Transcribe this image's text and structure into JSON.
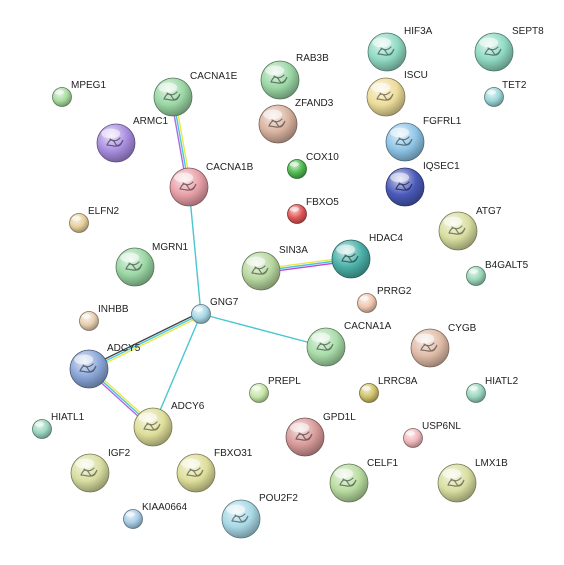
{
  "network": {
    "nodes": [
      {
        "id": "HIF3A",
        "label": "HIF3A",
        "color": "#8fd9c2",
        "size": "large",
        "structure": true
      },
      {
        "id": "SEPT8",
        "label": "SEPT8",
        "color": "#8fd9c2",
        "size": "large",
        "structure": true
      },
      {
        "id": "RAB3B",
        "label": "RAB3B",
        "color": "#9ad6a4",
        "size": "large",
        "structure": true
      },
      {
        "id": "CACNA1E",
        "label": "CACNA1E",
        "color": "#9ad6a4",
        "size": "large",
        "structure": true
      },
      {
        "id": "MPEG1",
        "label": "MPEG1",
        "color": "#a8dca0",
        "size": "small",
        "structure": false
      },
      {
        "id": "ISCU",
        "label": "ISCU",
        "color": "#eddc9a",
        "size": "large",
        "structure": true
      },
      {
        "id": "TET2",
        "label": "TET2",
        "color": "#9ad6d8",
        "size": "small",
        "structure": false
      },
      {
        "id": "ZFAND3",
        "label": "ZFAND3",
        "color": "#d9b3a0",
        "size": "large",
        "structure": true
      },
      {
        "id": "ARMC1",
        "label": "ARMC1",
        "color": "#a98de0",
        "size": "large",
        "structure": true
      },
      {
        "id": "FGFRL1",
        "label": "FGFRL1",
        "color": "#8ec5e6",
        "size": "large",
        "structure": true
      },
      {
        "id": "COX10",
        "label": "COX10",
        "color": "#4fba4f",
        "size": "small",
        "structure": false
      },
      {
        "id": "CACNA1B",
        "label": "CACNA1B",
        "color": "#e8a0a8",
        "size": "large",
        "structure": true
      },
      {
        "id": "IQSEC1",
        "label": "IQSEC1",
        "color": "#4a5aba",
        "size": "large",
        "structure": true
      },
      {
        "id": "FBXO5",
        "label": "FBXO5",
        "color": "#e25656",
        "size": "small",
        "structure": false
      },
      {
        "id": "ELFN2",
        "label": "ELFN2",
        "color": "#e6cf9a",
        "size": "small",
        "structure": false
      },
      {
        "id": "ATG7",
        "label": "ATG7",
        "color": "#d8dea0",
        "size": "large",
        "structure": true
      },
      {
        "id": "HDAC4",
        "label": "HDAC4",
        "color": "#4ab0a8",
        "size": "large",
        "structure": true
      },
      {
        "id": "MGRN1",
        "label": "MGRN1",
        "color": "#9ad6a4",
        "size": "large",
        "structure": true
      },
      {
        "id": "SIN3A",
        "label": "SIN3A",
        "color": "#b8d8a0",
        "size": "large",
        "structure": true
      },
      {
        "id": "B4GALT5",
        "label": "B4GALT5",
        "color": "#9ad6b8",
        "size": "small",
        "structure": false
      },
      {
        "id": "PRRG2",
        "label": "PRRG2",
        "color": "#efc7b0",
        "size": "small",
        "structure": false
      },
      {
        "id": "INHBB",
        "label": "INHBB",
        "color": "#e6cfb0",
        "size": "small",
        "structure": false
      },
      {
        "id": "GNG7",
        "label": "GNG7",
        "color": "#a8d8e6",
        "size": "small",
        "structure": false
      },
      {
        "id": "CACNA1A",
        "label": "CACNA1A",
        "color": "#a8dca8",
        "size": "large",
        "structure": true
      },
      {
        "id": "CYGB",
        "label": "CYGB",
        "color": "#e0bca8",
        "size": "large",
        "structure": true
      },
      {
        "id": "ADCY5",
        "label": "ADCY5",
        "color": "#8aa6d8",
        "size": "large",
        "structure": true
      },
      {
        "id": "PREPL",
        "label": "PREPL",
        "color": "#c6e6a8",
        "size": "small",
        "structure": false
      },
      {
        "id": "LRRC8A",
        "label": "LRRC8A",
        "color": "#cfc26a",
        "size": "small",
        "structure": false
      },
      {
        "id": "HIATL2",
        "label": "HIATL2",
        "color": "#9ad6c0",
        "size": "small",
        "structure": false
      },
      {
        "id": "ADCY6",
        "label": "ADCY6",
        "color": "#dede9a",
        "size": "large",
        "structure": true
      },
      {
        "id": "HIATL1",
        "label": "HIATL1",
        "color": "#9ad6c0",
        "size": "small",
        "structure": false
      },
      {
        "id": "GPD1L",
        "label": "GPD1L",
        "color": "#d89a9a",
        "size": "large",
        "structure": true
      },
      {
        "id": "USP6NL",
        "label": "USP6NL",
        "color": "#f0b8bc",
        "size": "small",
        "structure": false
      },
      {
        "id": "IGF2",
        "label": "IGF2",
        "color": "#d8dea0",
        "size": "large",
        "structure": true
      },
      {
        "id": "FBXO31",
        "label": "FBXO31",
        "color": "#dede9a",
        "size": "large",
        "structure": true
      },
      {
        "id": "CELF1",
        "label": "CELF1",
        "color": "#b8dca0",
        "size": "large",
        "structure": true
      },
      {
        "id": "LMX1B",
        "label": "LMX1B",
        "color": "#d8dea0",
        "size": "large",
        "structure": true
      },
      {
        "id": "KIAA0664",
        "label": "KIAA0664",
        "color": "#a8cce6",
        "size": "small",
        "structure": false
      },
      {
        "id": "POU2F2",
        "label": "POU2F2",
        "color": "#a8d8e6",
        "size": "large",
        "structure": true
      }
    ],
    "edges": [
      {
        "source": "CACNA1E",
        "target": "CACNA1B",
        "evidence_colors": [
          "#e8e84a",
          "#4ac6e0",
          "#b06ae0"
        ]
      },
      {
        "source": "CACNA1B",
        "target": "GNG7",
        "evidence_colors": [
          "#4ac6d0"
        ]
      },
      {
        "source": "SIN3A",
        "target": "HDAC4",
        "evidence_colors": [
          "#e8e84a",
          "#4ac6e0",
          "#c24ad0"
        ]
      },
      {
        "source": "GNG7",
        "target": "CACNA1A",
        "evidence_colors": [
          "#4ac6d0"
        ]
      },
      {
        "source": "GNG7",
        "target": "ADCY5",
        "evidence_colors": [
          "#e8e84a",
          "#4ac6e0",
          "#444444"
        ]
      },
      {
        "source": "GNG7",
        "target": "ADCY6",
        "evidence_colors": [
          "#4ac6d0"
        ]
      },
      {
        "source": "ADCY5",
        "target": "ADCY6",
        "evidence_colors": [
          "#e8e84a",
          "#4ac6e0",
          "#b06ae0"
        ]
      }
    ]
  }
}
